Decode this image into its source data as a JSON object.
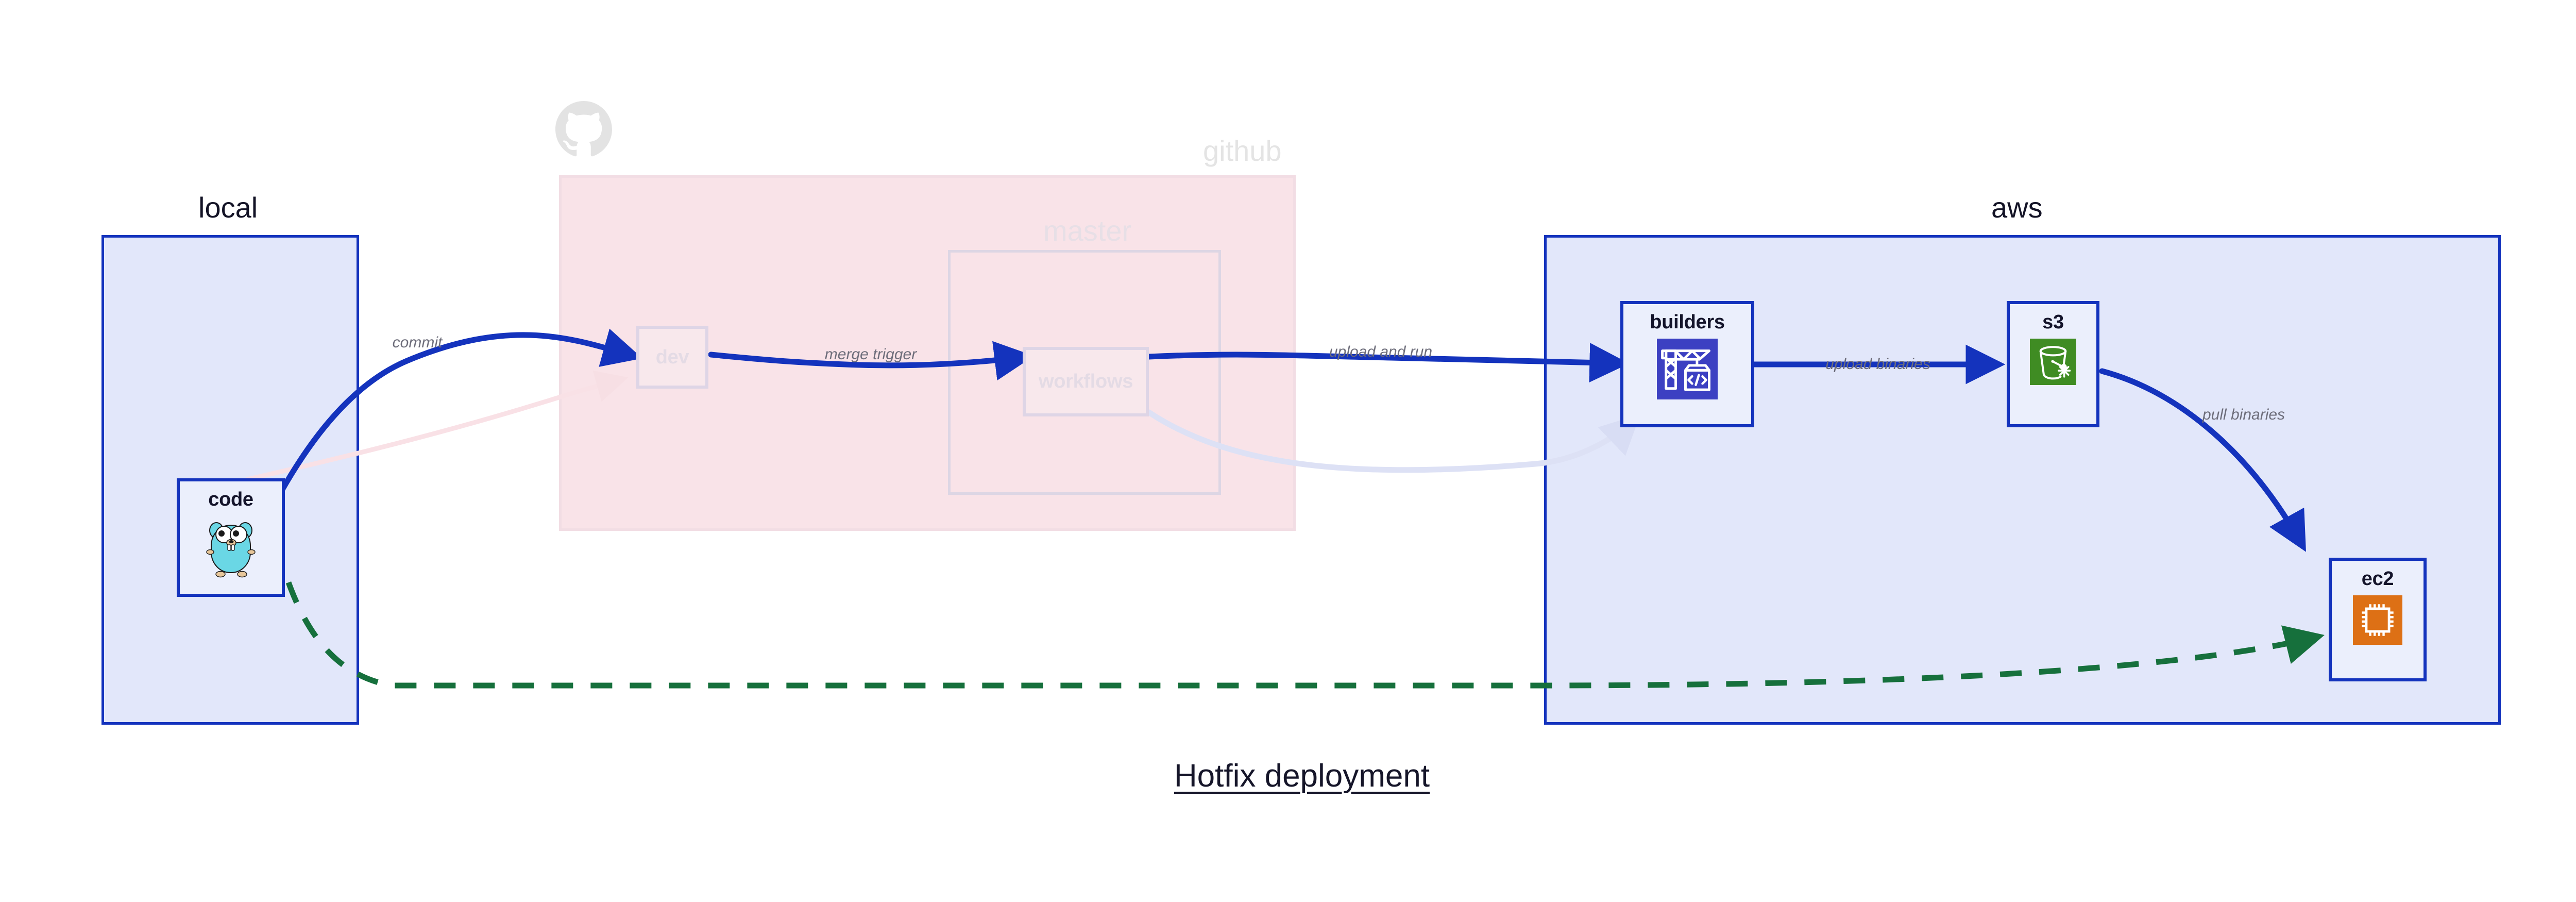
{
  "title": "Hotfix deployment",
  "clusters": [
    {
      "id": "local",
      "label": "local",
      "state": "active"
    },
    {
      "id": "github",
      "label": "github",
      "state": "faded"
    },
    {
      "id": "master",
      "label": "master",
      "state": "faded"
    },
    {
      "id": "aws",
      "label": "aws",
      "state": "active"
    }
  ],
  "nodes": [
    {
      "id": "code",
      "label": "code",
      "icon": "go-gopher-icon",
      "state": "active"
    },
    {
      "id": "dev",
      "label": "dev",
      "icon": "none",
      "state": "faded"
    },
    {
      "id": "workflows",
      "label": "workflows",
      "icon": "none",
      "state": "faded"
    },
    {
      "id": "builders",
      "label": "builders",
      "icon": "aws-codebuild-icon",
      "state": "active"
    },
    {
      "id": "s3",
      "label": "s3",
      "icon": "aws-s3-icon",
      "state": "active"
    },
    {
      "id": "ec2",
      "label": "ec2",
      "icon": "aws-ec2-icon",
      "state": "active"
    }
  ],
  "edges": [
    {
      "id": "commit",
      "label": "commit",
      "from": "code",
      "to": "dev",
      "style": "solid-blue",
      "state": "active"
    },
    {
      "id": "merge-trigger",
      "label": "merge trigger",
      "from": "dev",
      "to": "workflows",
      "style": "solid-blue",
      "state": "active"
    },
    {
      "id": "upload-and-run",
      "label": "upload and run",
      "from": "workflows",
      "to": "builders",
      "style": "solid-blue",
      "state": "active"
    },
    {
      "id": "upload-binaries",
      "label": "upload binaries",
      "from": "builders",
      "to": "s3",
      "style": "solid-blue",
      "state": "active"
    },
    {
      "id": "pull-binaries",
      "label": "pull binaries",
      "from": "s3",
      "to": "ec2",
      "style": "solid-blue",
      "state": "active"
    },
    {
      "id": "hotfix-direct",
      "label": "",
      "from": "code",
      "to": "ec2",
      "style": "dashed-green",
      "state": "active"
    }
  ],
  "icons": {
    "github-octocat": "github-octocat-icon"
  },
  "colors": {
    "accent_blue": "#1433bd",
    "cluster_blue_fill": "#e2e7fa",
    "github_pink_fill": "#f9e3e8",
    "node_fill": "#ebeffc",
    "dashed_green": "#16703c",
    "codebuild_indigo": "#3c40c2",
    "s3_green": "#3f8c23",
    "ec2_orange": "#dd7015",
    "gopher_teal": "#6ad7e5",
    "faded_gray": "#e4e4e4",
    "label_gray": "#6d6d7a",
    "title_ink": "#151529"
  }
}
